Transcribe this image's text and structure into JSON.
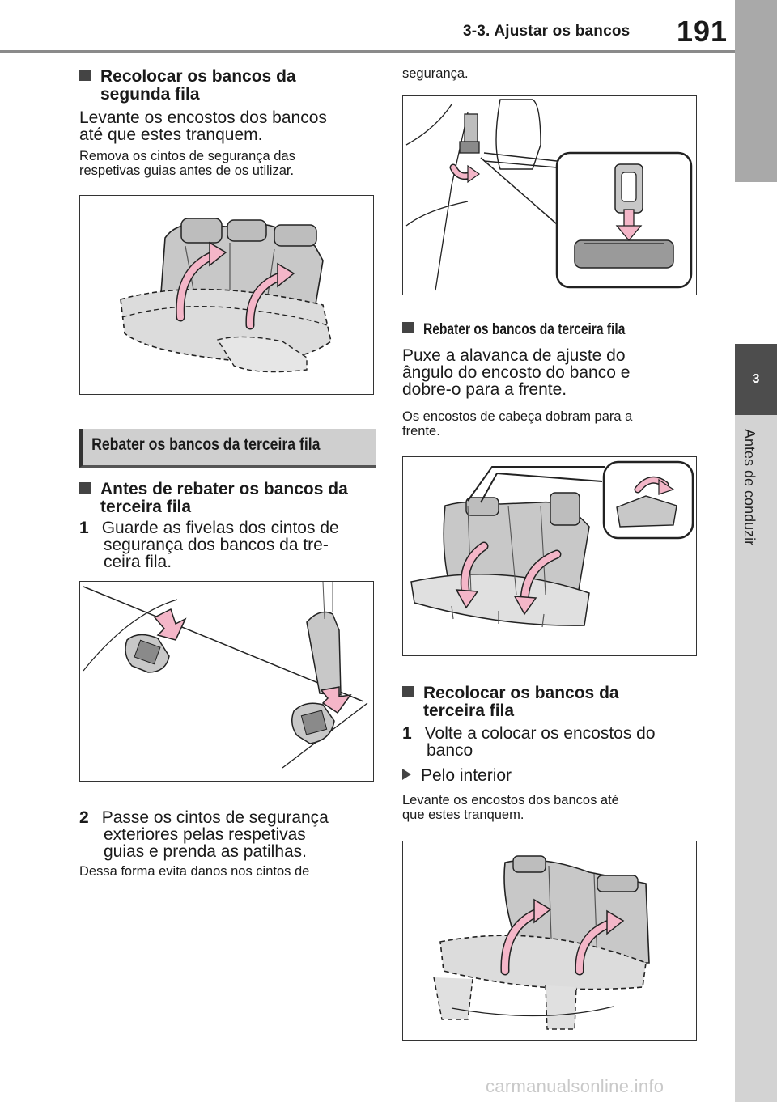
{
  "header": {
    "section": "3-3. Ajustar os bancos",
    "page_number": "191"
  },
  "side_tab": {
    "chapter_number": "3",
    "chapter_title": "Antes de conduzir"
  },
  "left": {
    "h_recolocar_segunda": [
      "Recolocar os bancos da",
      "segunda fila"
    ],
    "p_levante": [
      "Levante os encostos dos bancos",
      "até que estes tranquem."
    ],
    "p_remova": [
      "Remova os cintos de segurança das",
      "respetivas guias antes de os utilizar."
    ],
    "banner": "Rebater os bancos da terceira fila",
    "h_antes": [
      "Antes de rebater os bancos da",
      "terceira fila"
    ],
    "step1_num": "1",
    "step1": [
      "Guarde as fivelas dos cintos de",
      "segurança dos bancos da tre-",
      "ceira fila."
    ],
    "step2_num": "2",
    "step2": [
      "Passe os cintos de segurança",
      "exteriores pelas respetivas",
      "guias e prenda as patilhas."
    ],
    "p_dessa": "Dessa forma evita danos nos cintos de"
  },
  "right": {
    "p_seguranca": "segurança.",
    "h_rebater": "Rebater os bancos da terceira fila",
    "p_puxe": [
      "Puxe a alavanca de ajuste do",
      "ângulo do encosto do banco e",
      "dobre-o para a frente."
    ],
    "p_os_encostos": [
      "Os encostos de cabeça dobram para a",
      "frente."
    ],
    "h_recolocar_terceira": [
      "Recolocar os bancos da",
      "terceira fila"
    ],
    "step1_num": "1",
    "step1": [
      "Volte a colocar os encostos do",
      "banco"
    ],
    "sub_pelo": "Pelo interior",
    "p_levante2": [
      "Levante os encostos dos bancos até",
      "que estes tranquem."
    ]
  },
  "watermark": "carmanualsonline.info",
  "colors": {
    "arrow_pink": "#f4b6c8",
    "seat_grey": "#c8c8c8",
    "tab_dark": "#4d4d4d"
  }
}
